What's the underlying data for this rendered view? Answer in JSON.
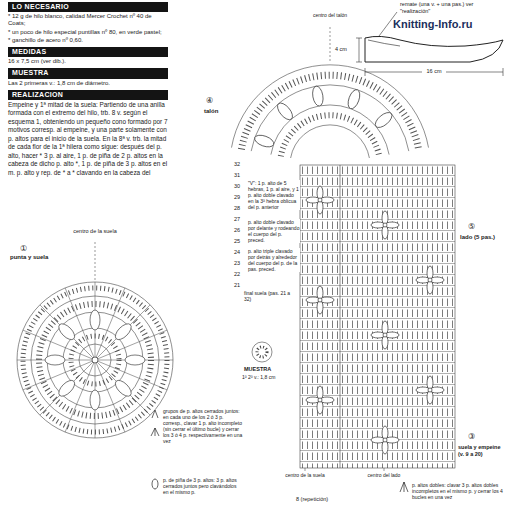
{
  "diagram": {
    "nodes": [
      {
        "text": [
          "LO NECESARIO"
        ]
      },
      {
        "text": [
          "MEDIDAS"
        ]
      },
      {
        "text": [
          "MUESTRA"
        ]
      },
      {
        "text": [
          "REALIZACION"
        ]
      }
    ],
    "labels": [
      "* 12 g de hilo blanco, calidad Mercer Crochet nº 40 de Coats;",
      "* un poco de hilo especial puntillas nº 80, en verde pastel;",
      "* ganchillo de acero nº 0,60.",
      "16 x 7,5 cm (ver dib.).",
      "Las 2 primeras v.: 1,8 cm de diámetro.",
      "Empeine y 1ª mitad de la suela: Partiendo de una anilla formada con el extremo del hilo, trb. 8 v. según el esquema 1, obteniendo un pequeño cono formado por 7 motivos corresp. al empeine, y una parte solamente con p. altos para el inicio de la suela. En la 8ª v. trb. la mitad de cada flor de la 1ª hilera como sigue: después del p. alto, hacer * 3 p. al aire, 1 p. de piña de 2 p. altos en la cabeza de dicho p. alto *, 1 p. de piña de 3 p. altos en el m. p. alto y rep. de * a * clavando en la cabeza del",
      "centro de la suela",
      "①",
      "punta y suela",
      "\"V\": 1 p. alto de 5 hebras, 1 p. al aire, y 1 p. alto doble clavado en la 3ª hebra oblicua del p. anterior",
      "p. alto doble clavado por delante y rodeando el cuerpo del p. preced.",
      "p. alto triple clavado por detrás y alrededor del cuerpo del p. de la pas. preced.",
      "32",
      "31",
      "30",
      "29",
      "28",
      "27",
      "26",
      "25",
      "24",
      "23",
      "22",
      "21",
      "final suela (pas. 21 a 32)",
      "MUESTRA",
      "1ª 2ª v.: 1,8 cm",
      "talón",
      "④",
      "centro del talón",
      "remate (una v. + una pas.) ver \"realización\"",
      "Knitting-Info.ru",
      "4 cm",
      "16 cm",
      "⑤",
      "lado (5 pas.)",
      "③",
      "suela y empeine (v. 9 a 20)",
      "grupos de p. altos cerrados juntos: en cada uno de los 2 ó 3 p. corresp., clavar 1 p. alto incompleto (sin cerrar el último bucle) y cerrar los 3 ó 4 p. respectivamente en una vez",
      "p. de piña de 3 p. altos: 3 p. altos cerrados juntos pero clavándolos en el mismo p.",
      "p. altos dobles: clavar 3 p. altos dobles incompletos en el mismo p. y cerrar los 4 bucles en una vez",
      "centro de la suela",
      "centro del lado",
      "8 (repetición)"
    ]
  }
}
